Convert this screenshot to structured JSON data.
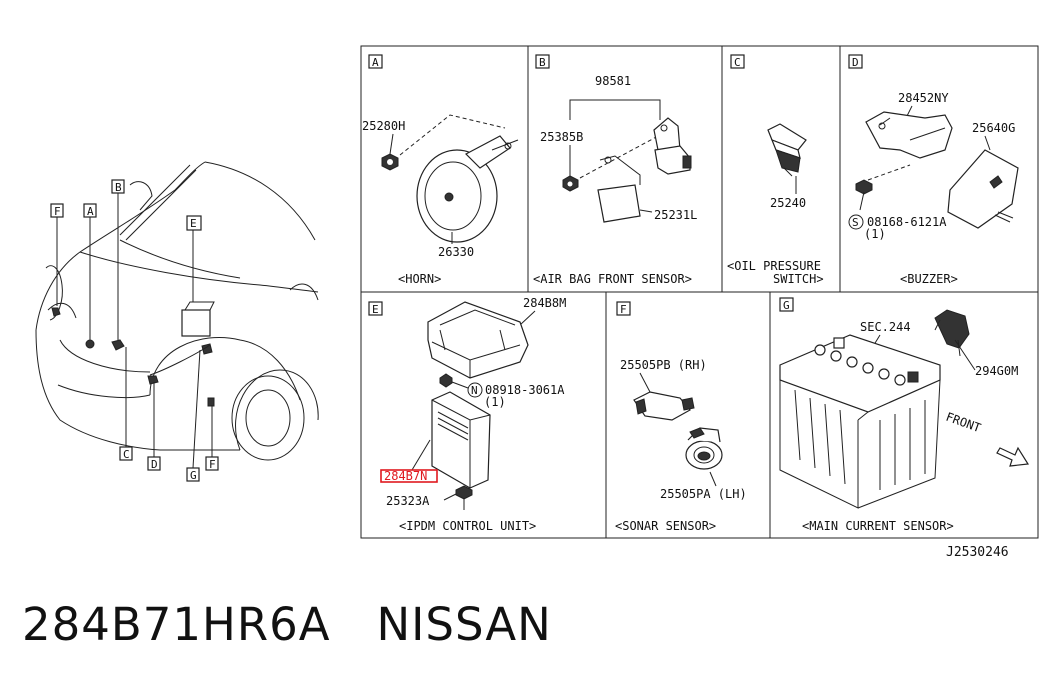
{
  "sections": {
    "A": {
      "letter": "A",
      "caption": "<HORN>",
      "parts": [
        "25280H",
        "26330"
      ]
    },
    "B": {
      "letter": "B",
      "caption": "<AIR BAG FRONT SENSOR>",
      "parts": [
        "98581",
        "25385B",
        "25231L"
      ]
    },
    "C": {
      "letter": "C",
      "caption_line1": "<OIL PRESSURE",
      "caption_line2": "SWITCH>",
      "parts": [
        "25240"
      ]
    },
    "D": {
      "letter": "D",
      "caption": "<BUZZER>",
      "parts": [
        "28452NY",
        "25640G",
        "08168-6121A",
        "(1)"
      ],
      "bolt_symbol": "S"
    },
    "E": {
      "letter": "E",
      "caption": "<IPDM CONTROL UNIT>",
      "parts": [
        "284B8M",
        "08918-3061A",
        "(1)",
        "284B7N",
        "25323A"
      ],
      "nut_symbol": "N"
    },
    "F": {
      "letter": "F",
      "caption": "<SONAR SENSOR>",
      "parts": [
        "25505PB (RH)",
        "25505PA (LH)"
      ]
    },
    "G": {
      "letter": "G",
      "caption": "<MAIN CURRENT SENSOR>",
      "parts": [
        "SEC.244",
        "294G0M"
      ],
      "front_label": "FRONT"
    }
  },
  "car_callouts": [
    "F",
    "A",
    "B",
    "E",
    "C",
    "D",
    "G",
    "F"
  ],
  "diagram_ref": "J2530246",
  "highlighted_part": "284B7N",
  "highlight_color": "#e0191f",
  "footer": {
    "part_number": "284B71HR6A",
    "brand": "NISSAN"
  }
}
